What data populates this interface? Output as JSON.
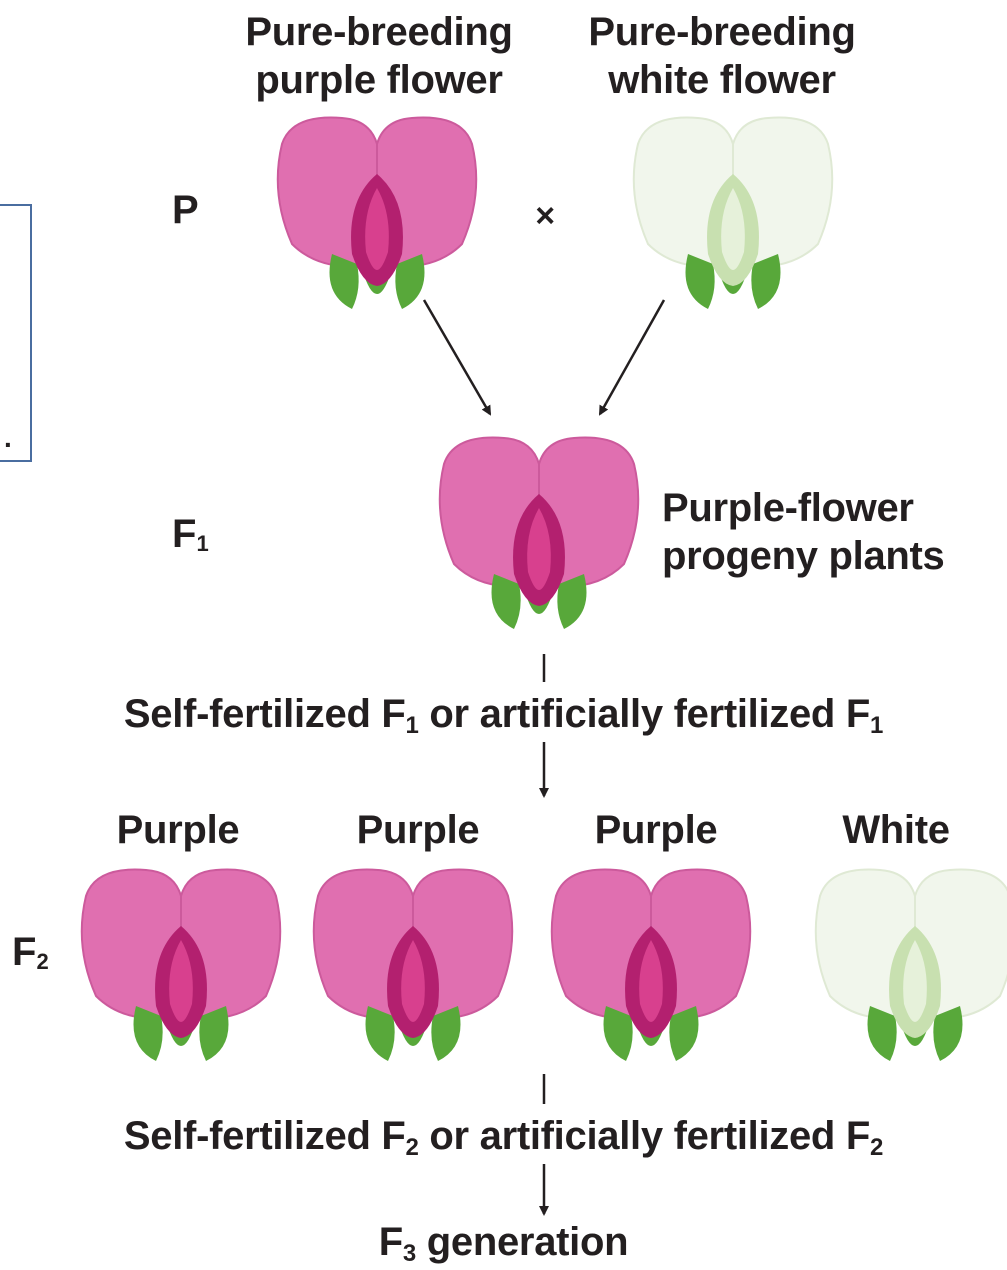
{
  "side_box": {
    "text": "."
  },
  "parents": {
    "purple_label_1": "Pure-breeding",
    "purple_label_2": "purple flower",
    "white_label_1": "Pure-breeding",
    "white_label_2": "white flower",
    "cross_symbol": "×"
  },
  "generations": {
    "p": "P",
    "f1_letter": "F",
    "f1_sub": "1",
    "f2_letter": "F",
    "f2_sub": "2",
    "f3_letter": "F",
    "f3_sub": "3",
    "f3_rest": " generation"
  },
  "f1_progeny": {
    "line1": "Purple-flower",
    "line2": "progeny plants"
  },
  "step1": {
    "part1": "Self-fertilized F",
    "sub1": "1",
    "part2": " or artificially fertilized F",
    "sub2": "1"
  },
  "f2_labels": [
    "Purple",
    "Purple",
    "Purple",
    "White"
  ],
  "step2": {
    "part1": "Self-fertilized F",
    "sub1": "2",
    "part2": " or artificially fertilized F",
    "sub2": "2"
  },
  "colors": {
    "purple_petal": "#e06fb0",
    "purple_dark": "#b3206f",
    "white_petal": "#f1f6ec",
    "white_dark": "#c8e0b0",
    "leaf": "#58a83a",
    "arrow": "#231f20",
    "box_border": "#4a6da0"
  },
  "flowers": [
    {
      "role": "parent-purple",
      "color": "purple"
    },
    {
      "role": "parent-white",
      "color": "white"
    },
    {
      "role": "f1-purple",
      "color": "purple"
    },
    {
      "role": "f2-purple-1",
      "color": "purple"
    },
    {
      "role": "f2-purple-2",
      "color": "purple"
    },
    {
      "role": "f2-purple-3",
      "color": "purple"
    },
    {
      "role": "f2-white",
      "color": "white"
    }
  ]
}
